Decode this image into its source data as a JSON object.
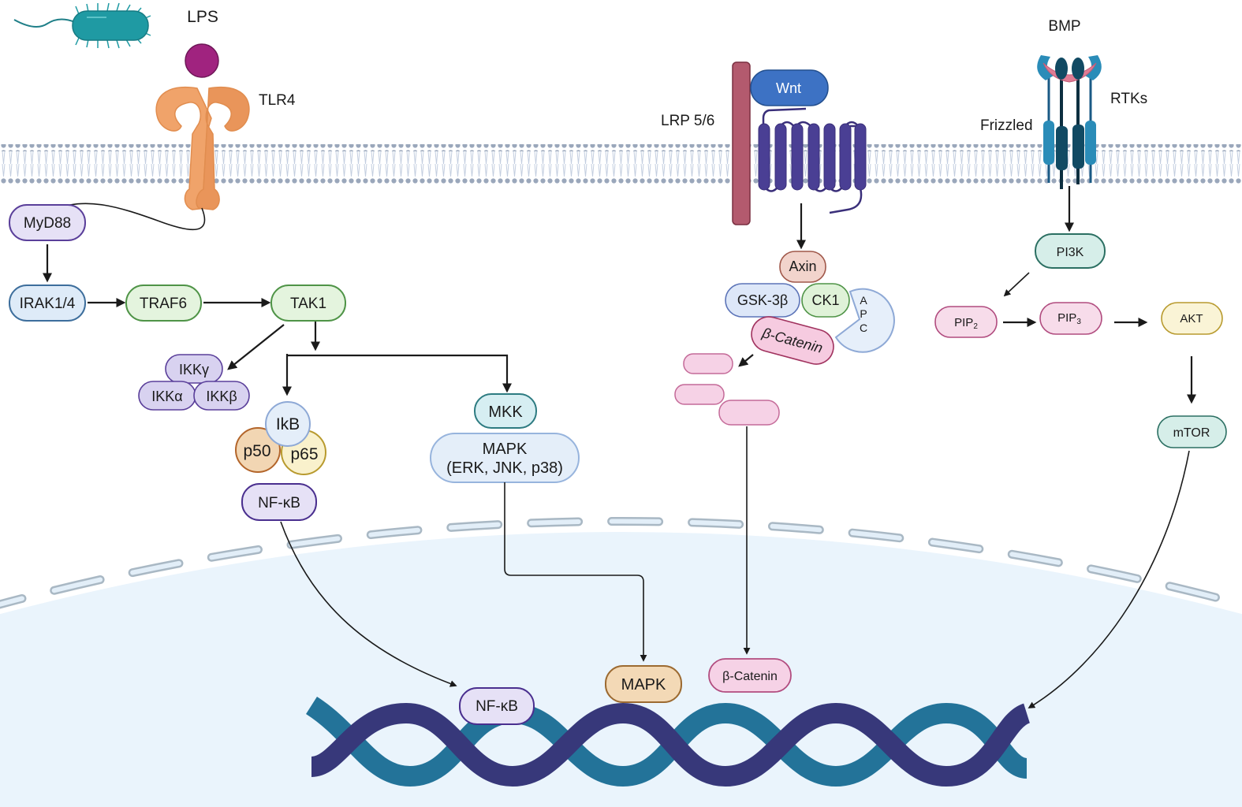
{
  "title": "Signaling pathways: TLR4/NF-kB/MAPK, Wnt/beta-Catenin, PI3K/AKT/mTOR",
  "colors": {
    "background": "#ffffff",
    "nucleus": "#eaf4fc",
    "membrane_head": "#9aa7bb",
    "membrane_tail": "#c9d3e4",
    "bacterium": "#1f9aa3",
    "lps": "#a0237f",
    "tlr4": "#f0a36a",
    "lrp": "#b35a6e",
    "wnt": "#3d72c4",
    "frizzled_wnt": "#4a3f94",
    "rtk_light": "#2a8cb8",
    "rtk_dark": "#114a63",
    "bmp": "#e07b94",
    "dna_dark": "#37387a",
    "dna_teal": "#237399"
  },
  "ligands": {
    "lps": "LPS",
    "tlr4": "TLR4",
    "lrp": "LRP 5/6",
    "wnt": "Wnt",
    "bmp": "BMP",
    "rtks": "RTKs",
    "frizzled": "Frizzled"
  },
  "nodes": {
    "myd88": "MyD88",
    "irak": "IRAK1/4",
    "traf6": "TRAF6",
    "tak1": "TAK1",
    "ikkg": "IKKγ",
    "ikka": "IKKα",
    "ikkb": "IKKβ",
    "ikb": "IkB",
    "p50": "p50",
    "p65": "p65",
    "nfkb": "NF-κB",
    "mkk": "MKK",
    "mapk_line1": "MAPK",
    "mapk_line2": "(ERK, JNK, p38)",
    "axin": "Axin",
    "gsk": "GSK-3β",
    "ck1": "CK1",
    "apc_a": "A",
    "apc_p": "P",
    "apc_c": "C",
    "bcat": "β-Catenin",
    "pi3k": "PI3K",
    "pip2": "PIP",
    "pip2_sub": "2",
    "pip3": "PIP",
    "pip3_sub": "3",
    "akt": "AKT",
    "mtor": "mTOR"
  },
  "nuclear": {
    "nfkb": "NF-κB",
    "mapk": "MAPK",
    "bcat": "β-Catenin"
  }
}
